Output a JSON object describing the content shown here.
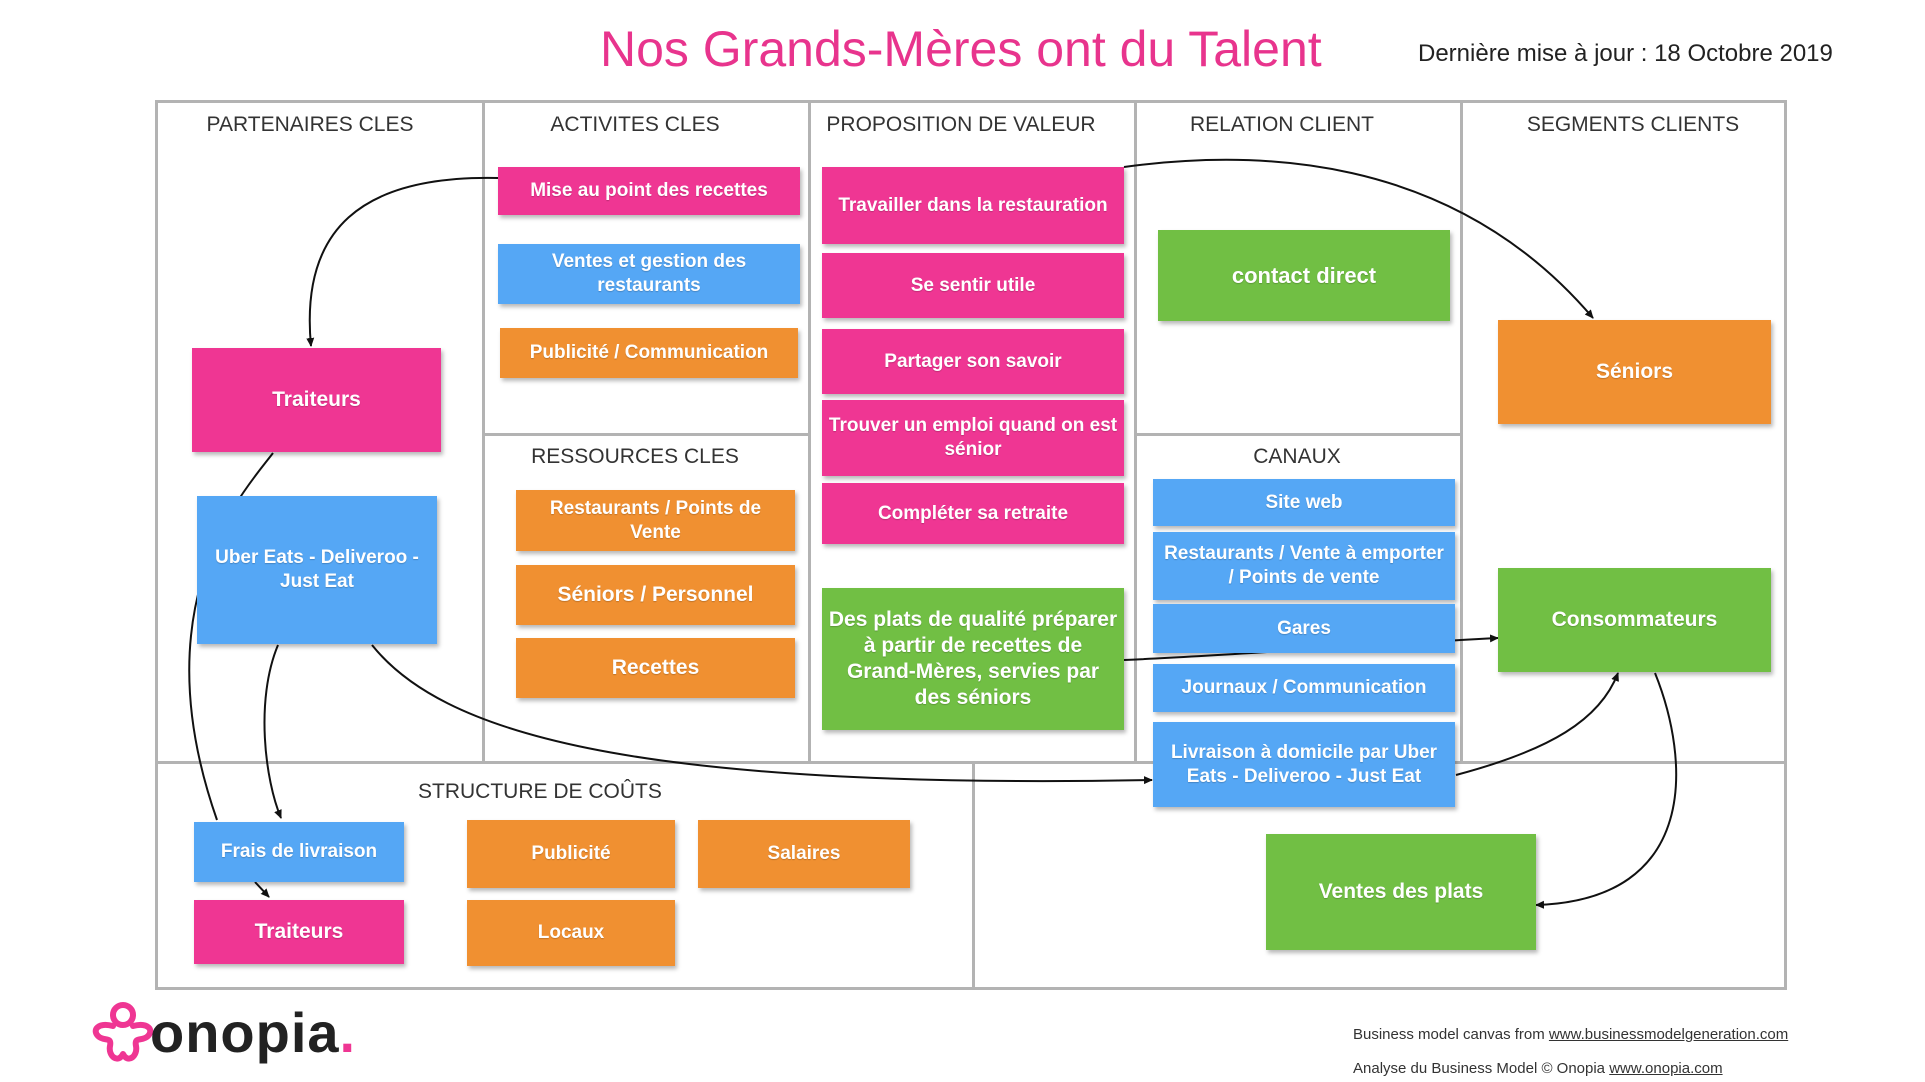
{
  "header": {
    "title": "Nos Grands-Mères ont du Talent",
    "updated": "Dernière mise à jour : 18 Octobre 2019"
  },
  "sections": {
    "partenaires": "PARTENAIRES CLES",
    "activites": "ACTIVITES CLES",
    "proposition": "PROPOSITION DE VALEUR",
    "relation": "RELATION CLIENT",
    "segments": "SEGMENTS CLIENTS",
    "ressources": "RESSOURCES CLES",
    "canaux": "CANAUX",
    "couts": "STRUCTURE DE COÛTS"
  },
  "notes": {
    "traiteurs_partner": "Traiteurs",
    "uber_partner": "Uber Eats - Deliveroo - Just Eat",
    "recettes_act": "Mise au point des recettes",
    "ventes_act": "Ventes et gestion des restaurants",
    "pub_act": "Publicité / Communication",
    "restaurants_res": "Restaurants / Points de Vente",
    "seniors_res": "Séniors / Personnel",
    "recettes_res": "Recettes",
    "vp1": "Travailler dans la restauration",
    "vp2": "Se sentir utile",
    "vp3": "Partager son savoir",
    "vp4": "Trouver un emploi quand on est sénior",
    "vp5": "Compléter sa retraite",
    "vp6": "Des plats de qualité préparer à partir de recettes de Grand-Mères, servies par des séniors",
    "contact": "contact direct",
    "site": "Site web",
    "restaurants_ch": "Restaurants / Vente à emporter / Points de vente",
    "gares": "Gares",
    "journaux": "Journaux / Communication",
    "livraison": "Livraison à domicile par Uber Eats - Deliveroo - Just Eat",
    "seniors_seg": "Séniors",
    "consommateurs": "Consommateurs",
    "frais": "Frais de livraison",
    "traiteurs_cost": "Traiteurs",
    "publicite_cost": "Publicité",
    "salaires": "Salaires",
    "locaux": "Locaux",
    "ventes_plats": "Ventes des plats"
  },
  "footer": {
    "line1_prefix": "Business model canvas from ",
    "line1_link": "www.businessmodelgeneration.com",
    "line2_prefix": "Analyse du Business Model  © Onopia ",
    "line2_link": "www.onopia.com"
  },
  "logo": {
    "name": "onopia",
    "dot": "."
  },
  "colors": {
    "pink": "#ef3693",
    "blue": "#55a7f5",
    "orange": "#f09031",
    "green": "#71bf44",
    "title": "#e8348d"
  }
}
